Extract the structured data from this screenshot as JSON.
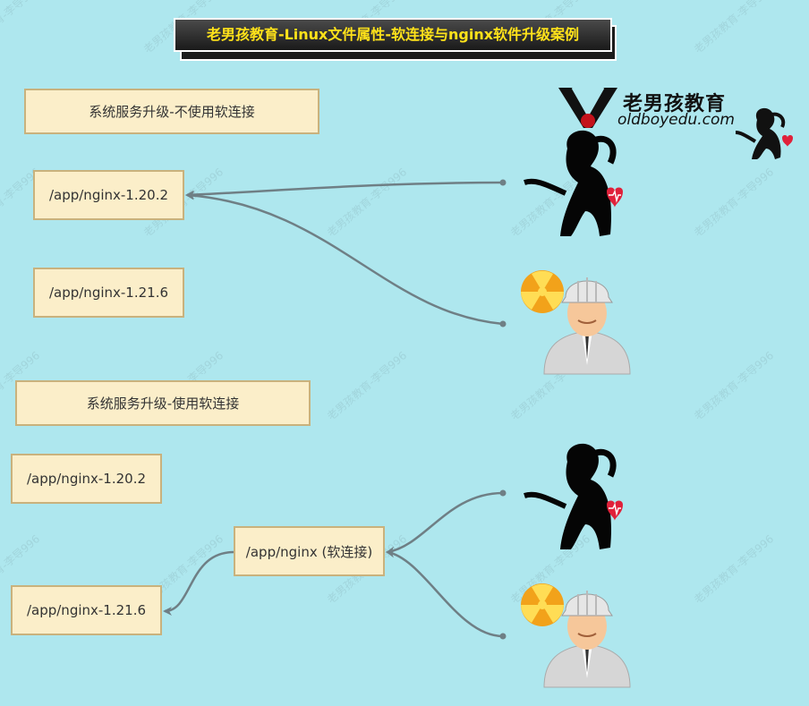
{
  "title": "老男孩教育-Linux文件属性-软连接与nginx软件升级案例",
  "logo": {
    "brand": "老男孩教育",
    "site": "oldboyedu.com",
    "watermark": "老男孩教育-李导996"
  },
  "section_top": {
    "label": "系统服务升级-不使用软连接",
    "box_old": "/app/nginx-1.20.2",
    "box_new": "/app/nginx-1.21.6"
  },
  "section_bottom": {
    "label": "系统服务升级-使用软连接",
    "box_old": "/app/nginx-1.20.2",
    "box_new": "/app/nginx-1.21.6",
    "box_link": "/app/nginx (软连接)"
  },
  "icons": [
    "woman-silhouette-icon",
    "worker-icon",
    "radiation-icon",
    "heart-icon"
  ],
  "colors": {
    "background": "#aee7ee",
    "box": "#fbeec9",
    "title_text": "#ffe21a",
    "arrow": "#6f7f85"
  }
}
